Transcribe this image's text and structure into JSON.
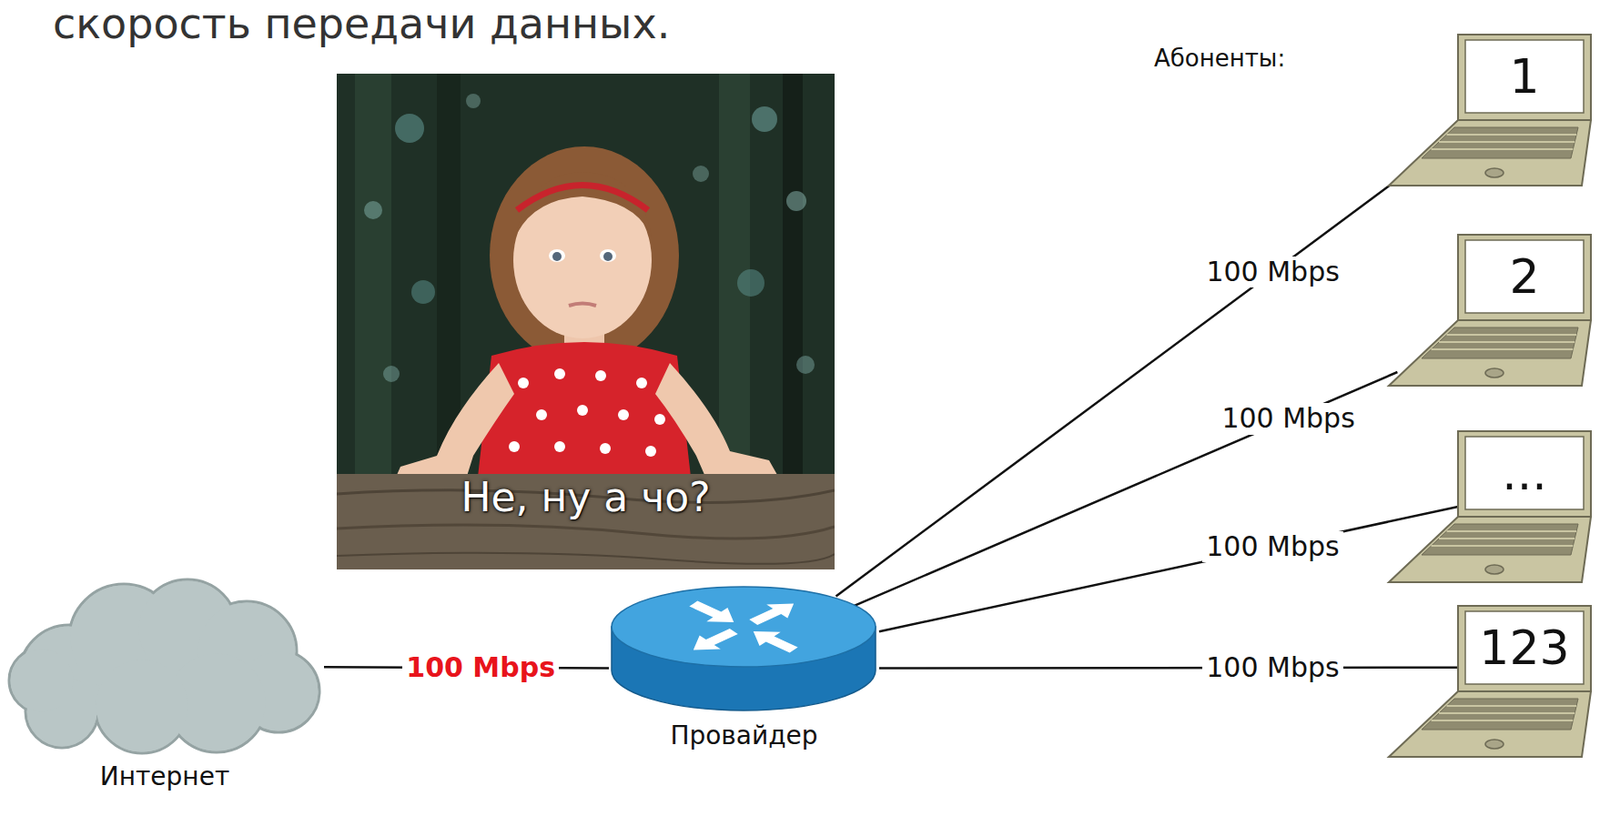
{
  "diagram": {
    "nodes": [
      {
        "text": [
          "Интернет"
        ]
      },
      {
        "text": [
          "Провайдер"
        ]
      },
      {
        "text": [
          "1"
        ]
      },
      {
        "text": [
          "2"
        ]
      },
      {
        "text": [
          "..."
        ]
      },
      {
        "text": [
          "123"
        ]
      }
    ],
    "edges": [
      {
        "from": 0,
        "to": 1,
        "label": "100 Mbps",
        "arrow": "none"
      },
      {
        "from": 1,
        "to": 2,
        "label": "100 Mbps",
        "arrow": "none"
      },
      {
        "from": 1,
        "to": 3,
        "label": "100 Mbps",
        "arrow": "none"
      },
      {
        "from": 1,
        "to": 4,
        "label": "100 Mbps",
        "arrow": "none"
      },
      {
        "from": 1,
        "to": 5,
        "label": "100 Mbps",
        "arrow": "none"
      }
    ],
    "labels": [
      "скорость передачи данных.",
      "Не, ну а чо?",
      "Абоненты:"
    ]
  }
}
